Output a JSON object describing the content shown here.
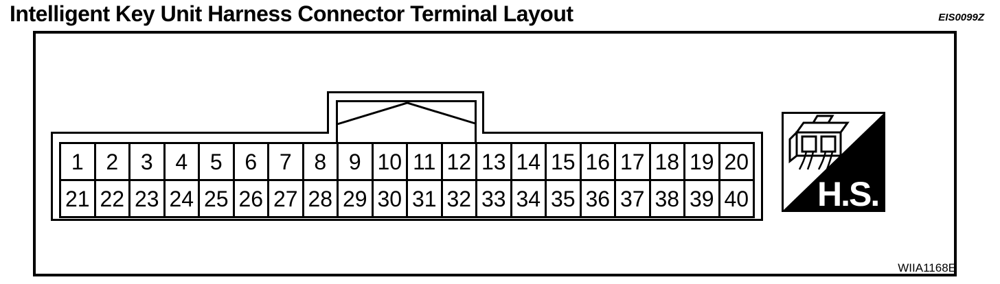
{
  "title": "Intelligent Key Unit Harness Connector Terminal Layout",
  "codes": {
    "top_right": "EIS0099Z",
    "bottom_right": "WIIA1168E"
  },
  "connector": {
    "description": "40-pin harness connector terminal grid, 2 rows of 20",
    "rows": [
      [
        "1",
        "2",
        "3",
        "4",
        "5",
        "6",
        "7",
        "8",
        "9",
        "10",
        "11",
        "12",
        "13",
        "14",
        "15",
        "16",
        "17",
        "18",
        "19",
        "20"
      ],
      [
        "21",
        "22",
        "23",
        "24",
        "25",
        "26",
        "27",
        "28",
        "29",
        "30",
        "31",
        "32",
        "33",
        "34",
        "35",
        "36",
        "37",
        "38",
        "39",
        "40"
      ]
    ]
  },
  "hs_badge": {
    "label": "H.S.",
    "icon": "connector-plug-icon",
    "triangle_color": "#000000",
    "text_color": "#ffffff"
  },
  "colors": {
    "line": "#000000",
    "background": "#ffffff"
  }
}
